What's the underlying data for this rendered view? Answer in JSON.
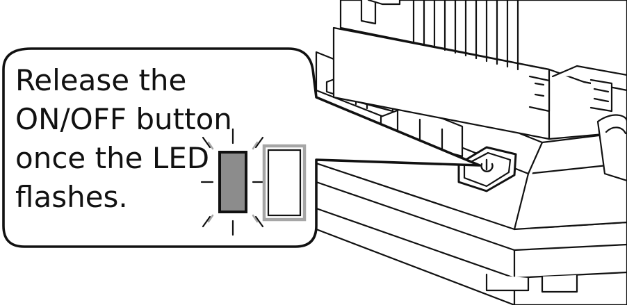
{
  "callout": {
    "lines": [
      "Release the",
      "ON/OFF button",
      "once the LED",
      "flashes."
    ]
  },
  "colors": {
    "outline": "#111111",
    "device_fill": "#ffffff",
    "led_lit": "#8c8c8c",
    "led_unlit_outline": "#a6a6a6"
  },
  "icons": {
    "button_symbol": "power-icon"
  }
}
